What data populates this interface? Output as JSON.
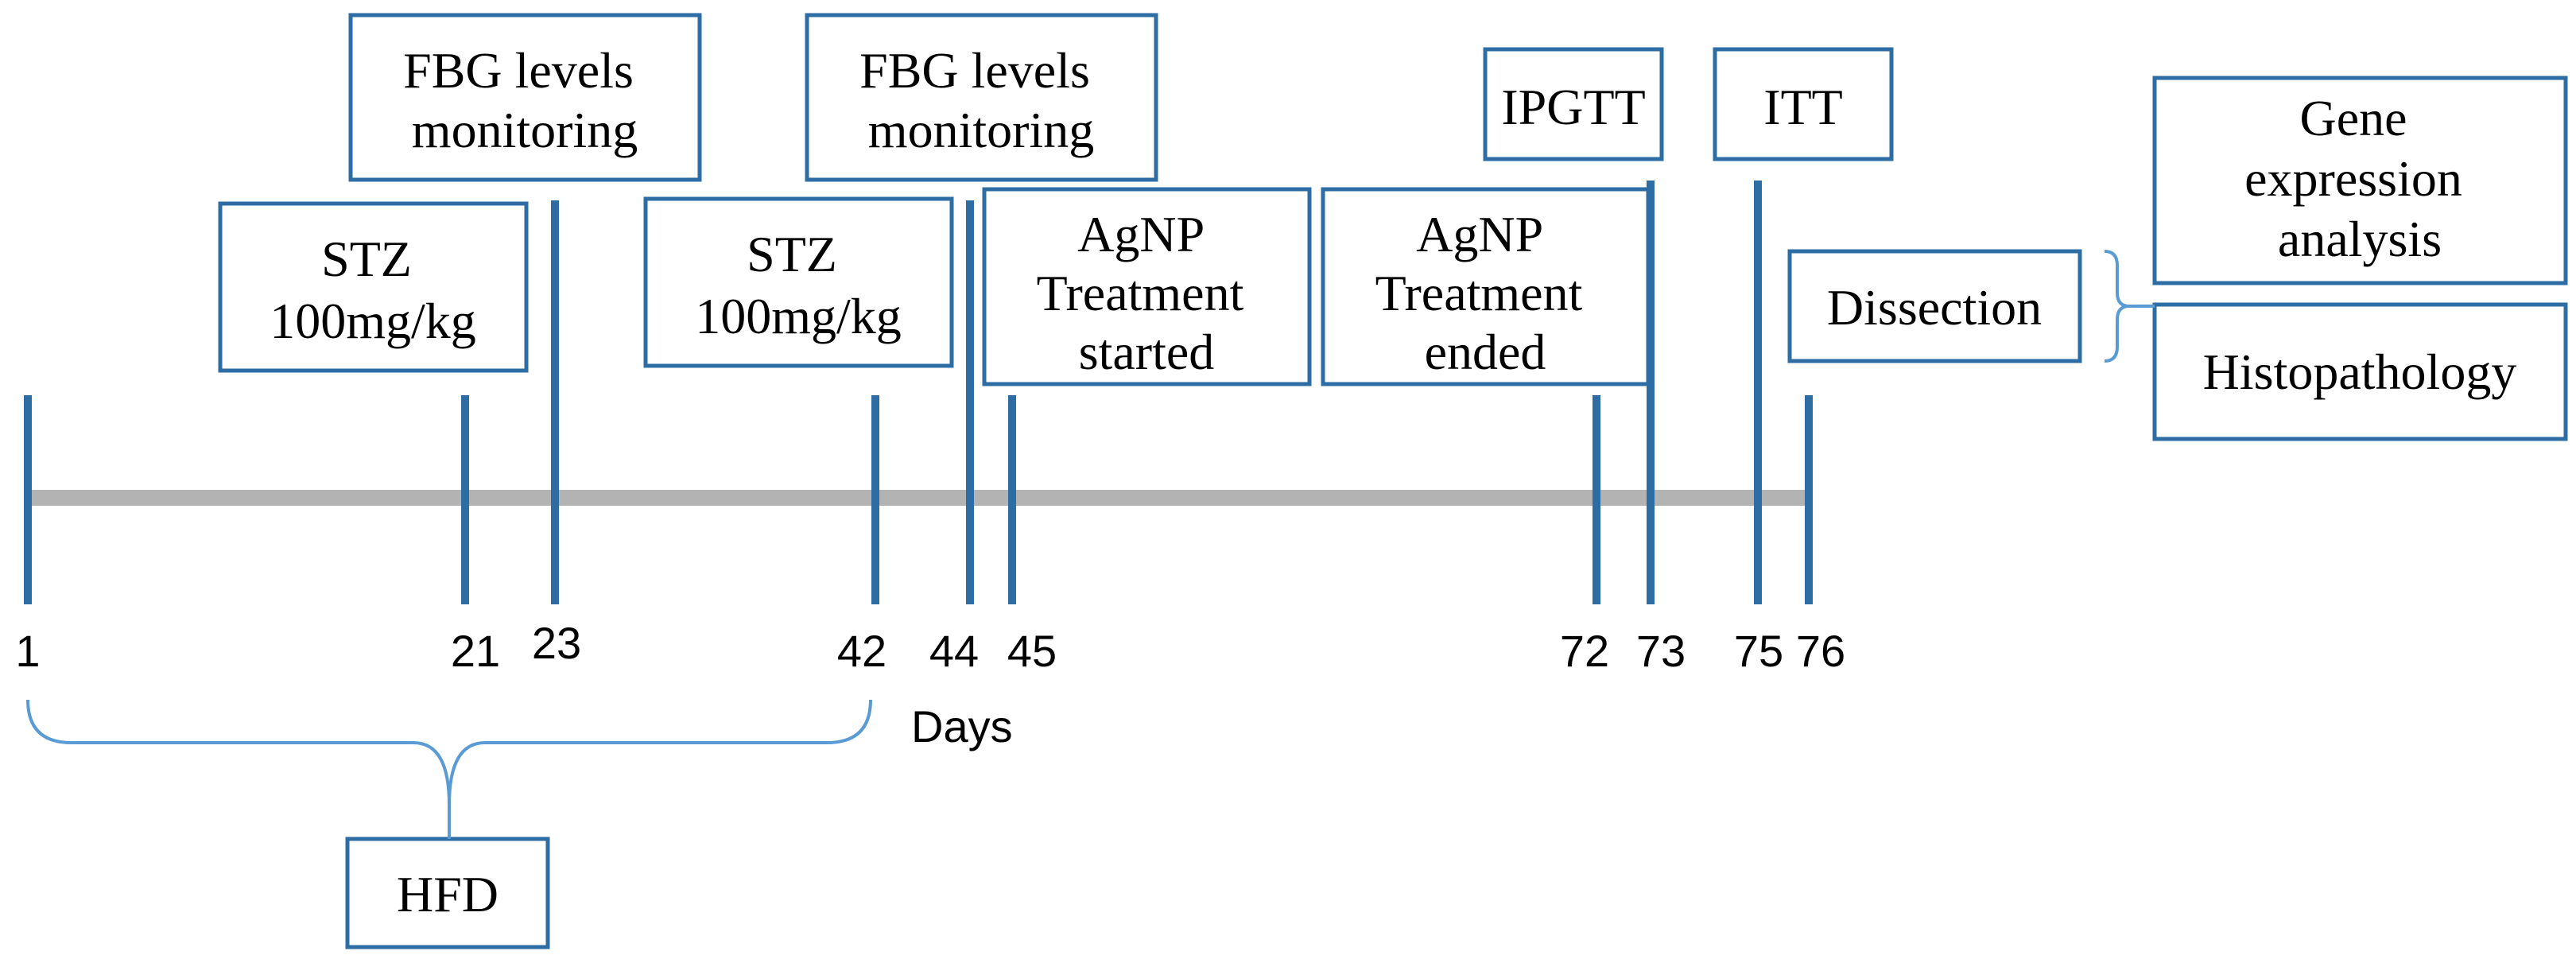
{
  "timeline": {
    "days_label": "Days",
    "ticks": [
      {
        "day": "1"
      },
      {
        "day": "21"
      },
      {
        "day": "23"
      },
      {
        "day": "42"
      },
      {
        "day": "44"
      },
      {
        "day": "45"
      },
      {
        "day": "72"
      },
      {
        "day": "73"
      },
      {
        "day": "75"
      },
      {
        "day": "76"
      }
    ]
  },
  "events": {
    "fbg_1": {
      "lines": [
        "FBG levels",
        "monitoring"
      ]
    },
    "stz_1": {
      "lines": [
        "STZ",
        "100mg/kg"
      ]
    },
    "fbg_2": {
      "lines": [
        "FBG levels",
        "monitoring"
      ]
    },
    "stz_2": {
      "lines": [
        "STZ",
        "100mg/kg"
      ]
    },
    "agnp_start": {
      "lines": [
        "AgNP",
        "Treatment",
        "started"
      ]
    },
    "agnp_end": {
      "lines": [
        "AgNP",
        "Treatment",
        "ended"
      ]
    },
    "ipgtt": {
      "lines": [
        "IPGTT"
      ]
    },
    "itt": {
      "lines": [
        "ITT"
      ]
    },
    "dissection": {
      "lines": [
        "Dissection"
      ]
    },
    "gene": {
      "lines": [
        "Gene",
        "expression",
        "analysis"
      ]
    },
    "histo": {
      "lines": [
        "Histopathology"
      ]
    },
    "hfd": {
      "lines": [
        "HFD"
      ]
    }
  },
  "colors": {
    "box_border": "#2e6da4",
    "tick": "#2e6da4",
    "timeline": "#b3b3b3",
    "bracket": "#5b9bd5"
  }
}
